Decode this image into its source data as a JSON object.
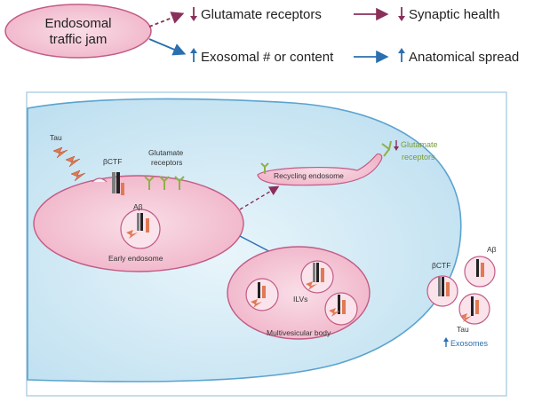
{
  "header": {
    "source_label_line1": "Endosomal",
    "source_label_line2": "traffic jam",
    "top_row": {
      "first": "Glutamate receptors",
      "second": "Synaptic health"
    },
    "bottom_row": {
      "first": "Exosomal # or content",
      "second": "Anatomical spread"
    }
  },
  "diagram": {
    "tau": "Tau",
    "bctf": "βCTF",
    "glutamate_receptors_line1": "Glutamate",
    "glutamate_receptors_line2": "receptors",
    "abeta": "Aβ",
    "early_endosome": "Early endosome",
    "recycling_endosome": "Recycling endosome",
    "glutamate_out_line1": "Glutamate",
    "glutamate_out_line2": "receptors",
    "ilvs": "ILVs",
    "mvb": "Multivesicular body",
    "ext_bctf": "βCTF",
    "ext_abeta": "Aβ",
    "ext_tau": "Tau",
    "exosomes": "Exosomes"
  },
  "colors": {
    "down_arrow": "#8a2f5a",
    "up_arrow": "#2a6fb0",
    "membrane_fill": "#f3c4d4",
    "membrane_stroke": "#c25b85",
    "cell_fill": "#cbe6f3",
    "cell_stroke": "#5aa3cf",
    "receptor": "#8fb04a"
  }
}
